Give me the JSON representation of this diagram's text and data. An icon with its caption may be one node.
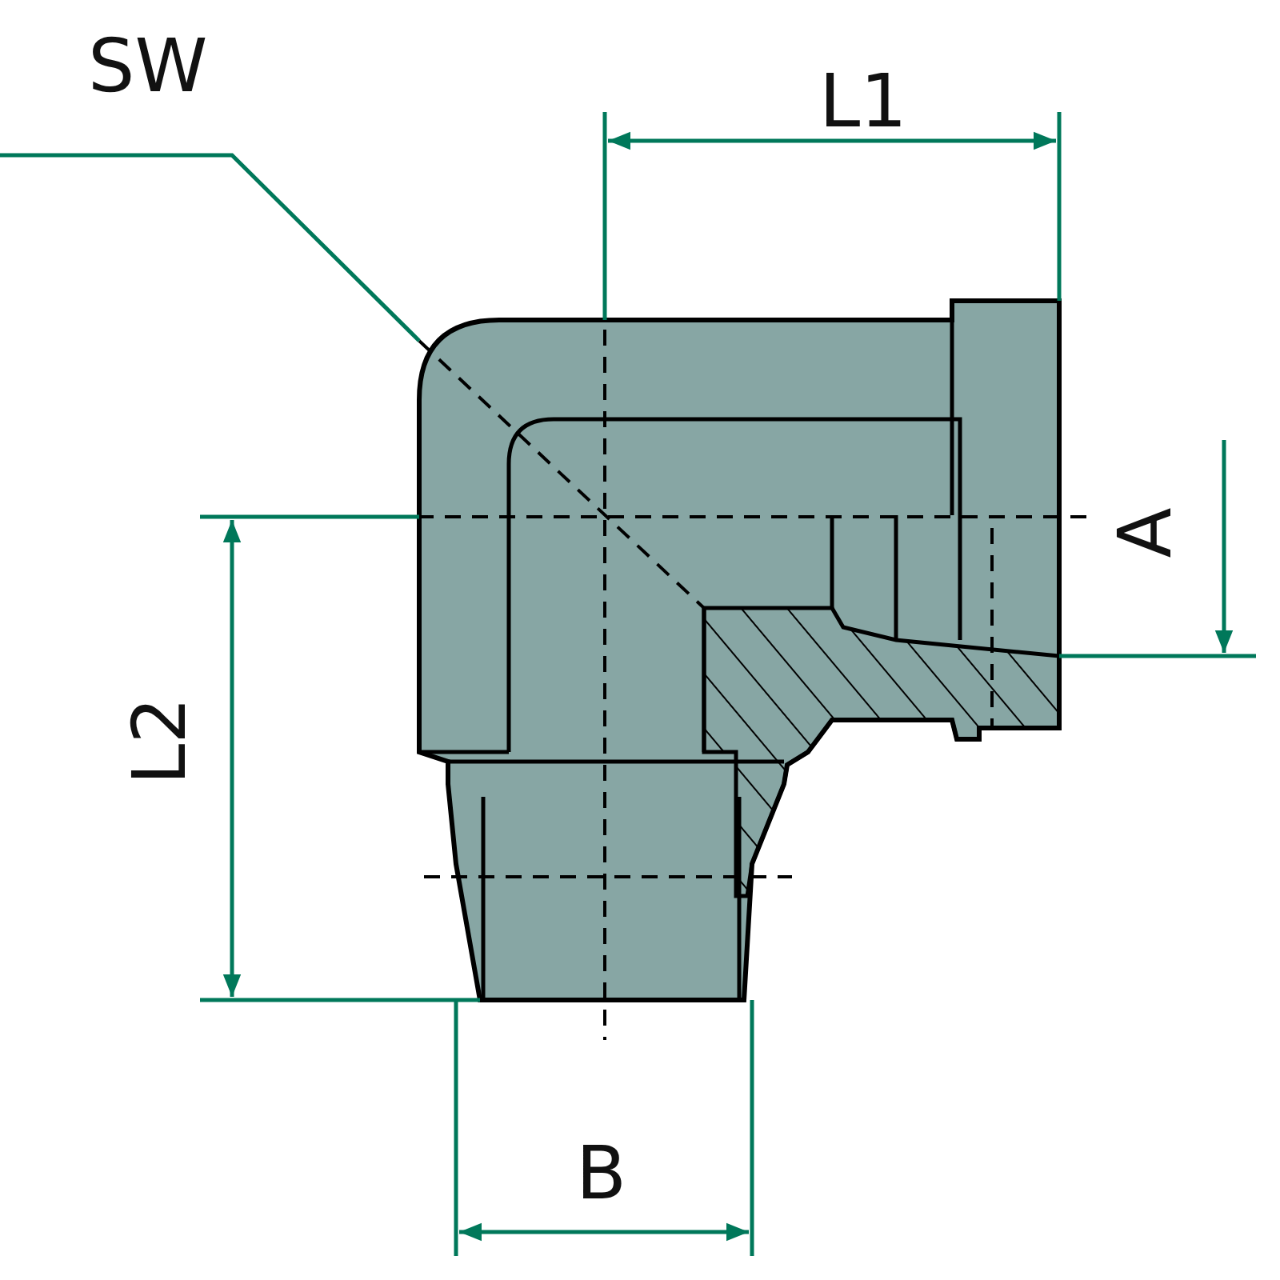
{
  "diagram": {
    "nodes": [
      {
        "text": [
          "SW"
        ]
      },
      {
        "text": [],
        "shape": "picture"
      }
    ],
    "edges": [
      {
        "from": 0,
        "to": 1,
        "arrow": "none"
      }
    ],
    "labels": [
      "L1",
      "L2",
      "A",
      "B"
    ]
  }
}
